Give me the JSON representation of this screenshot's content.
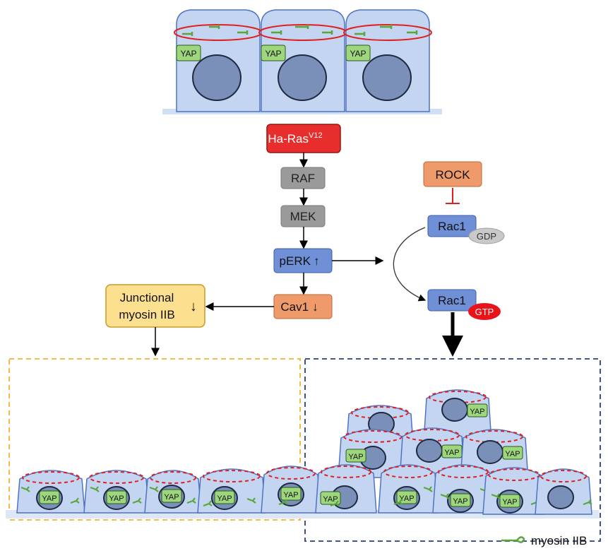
{
  "pathway": {
    "ras": "Ha-Ras",
    "ras_sup": "V12",
    "raf": "RAF",
    "mek": "MEK",
    "perk": "pERK",
    "perk_arrow": "↑",
    "cav1": "Cav1",
    "cav1_arrow": "↓",
    "junctional_line1": "Junctional",
    "junctional_line2": "myosin IIB",
    "junctional_arrow": "↓",
    "rock": "ROCK",
    "rac1_gdp": "Rac1",
    "gdp": "GDP",
    "rac1_gtp": "Rac1",
    "gtp": "GTP"
  },
  "cells": {
    "yap": "YAP"
  },
  "legend": {
    "label": "myosin IIB"
  },
  "colors": {
    "ras": "#e82d2d",
    "gray_box": "#9a9a9a",
    "blue_box": "#6f8fd6",
    "orange_box": "#ef9a6b",
    "yellow_box": "#fde08f",
    "cell_fill": "#c3d5f0",
    "cell_stroke": "#4f73c4",
    "nucleus": "#7a90b8",
    "yap_fill": "#9ed67d",
    "myosin": "#5aa63a",
    "junction": "#e02020",
    "dash_left": "#f2b233",
    "dash_right": "#2e3f73"
  }
}
